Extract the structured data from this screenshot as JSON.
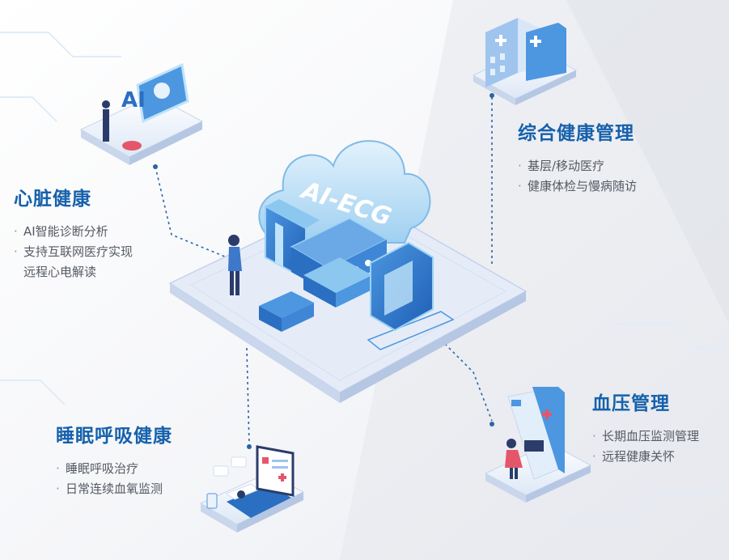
{
  "hub": {
    "label": "AI-ECG"
  },
  "colors": {
    "title": "#1661ab",
    "text": "#555a63",
    "accent": "#2a7ed6",
    "line": "#2a64a8"
  },
  "sections": {
    "heart": {
      "title": "心脏健康",
      "items": [
        "AI智能诊断分析",
        "支持互联网医疗实现",
        "远程心电解读"
      ]
    },
    "general": {
      "title": "综合健康管理",
      "items": [
        "基层/移动医疗",
        "健康体检与慢病随访"
      ]
    },
    "sleep": {
      "title": "睡眠呼吸健康",
      "items": [
        "睡眠呼吸治疗",
        "日常连续血氧监测"
      ]
    },
    "bp": {
      "title": "血压管理",
      "items": [
        "长期血压监测管理",
        "远程健康关怀"
      ]
    }
  }
}
